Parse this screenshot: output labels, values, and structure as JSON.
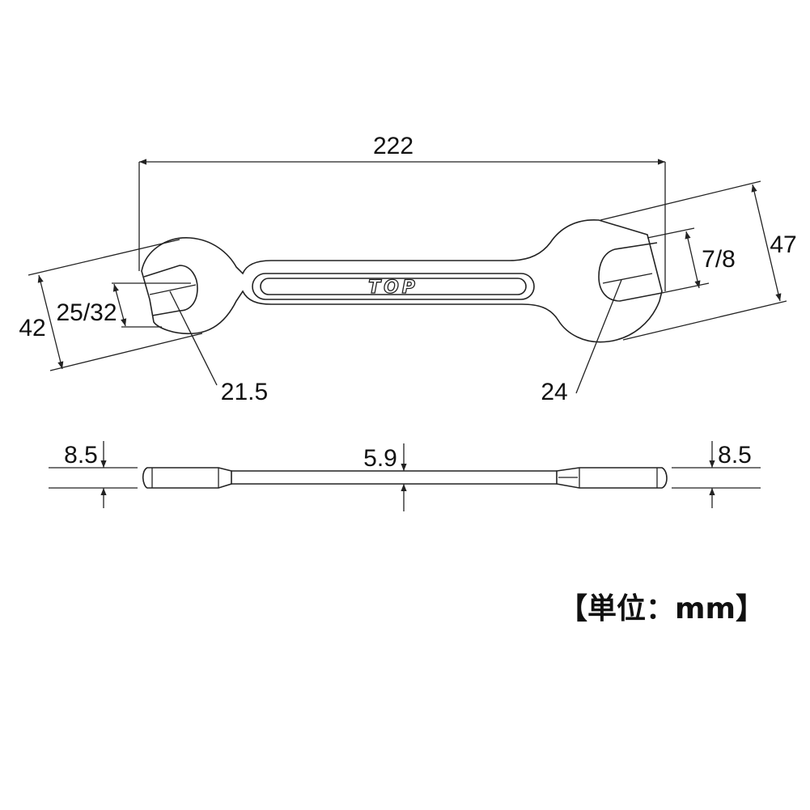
{
  "brand": {
    "logo": "TOP"
  },
  "dimensions": {
    "total_length": "222",
    "left_head_height": "42",
    "left_opening_inch": "25/32",
    "left_opening_mm": "21.5",
    "right_head_height": "47",
    "right_opening_inch": "7/8",
    "right_opening_mm": "24",
    "left_thickness": "8.5",
    "center_thickness": "5.9",
    "right_thickness": "8.5"
  },
  "unit_label": "【単位：mm】"
}
